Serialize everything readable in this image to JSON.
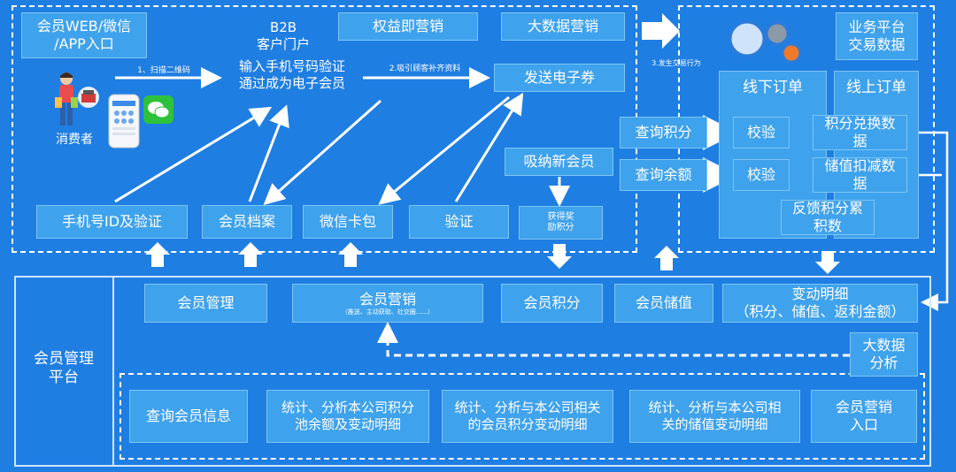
{
  "portal": {
    "member_entry": "会员WEB/微信\n/APP入口",
    "b2b_title": "B2B",
    "b2b_subtitle": "客户门户",
    "verify_phone": "输入手机号码验证\n通过成为电子会员",
    "benefit_marketing": "权益即营销",
    "bigdata_marketing": "大数据营销",
    "send_coupon": "发送电子券",
    "absorb_member": "吸纳新会员",
    "earn_points": "获得奖\n励积分",
    "consumer": "消费者",
    "step1": "1、扫描二维码",
    "step2": "2.吸引顾客补齐资料",
    "step3": "3.发生交易行为",
    "phone_id": "手机号ID及验证",
    "member_file": "会员档案",
    "wechat_card": "微信卡包",
    "verify": "验证"
  },
  "trade": {
    "business_platform": "业务平台\n交易数据",
    "offline_order": "线下订单",
    "online_order": "线上订单",
    "query_points": "查询积分",
    "query_balance": "查询余额",
    "check1": "校验",
    "check2": "校验",
    "points_exchange": "积分兑换数\n据",
    "stored_deduct": "储值扣减数\n据",
    "feedback_points": "反馈积分累\n积数"
  },
  "platform": {
    "title": "会员管理\n平台",
    "member_mgmt": "会员管理",
    "member_marketing": "会员营销",
    "member_marketing_note": "（推送、主动获取、社交圈......）",
    "member_points": "会员积分",
    "member_stored": "会员储值",
    "change_detail": "变动明细\n（积分、储值、返利金额）",
    "big_data_analysis": "大数据\n分析",
    "query_member": "查询会员信息",
    "stat1": "统计、分析本公司积分\n池余额及变动明细",
    "stat2": "统计、分析与本公司相关\n的会员积分变动明细",
    "stat3": "统计、分析与本公司相\n关的储值变动明细",
    "marketing_entry": "会员营销\n入口"
  }
}
